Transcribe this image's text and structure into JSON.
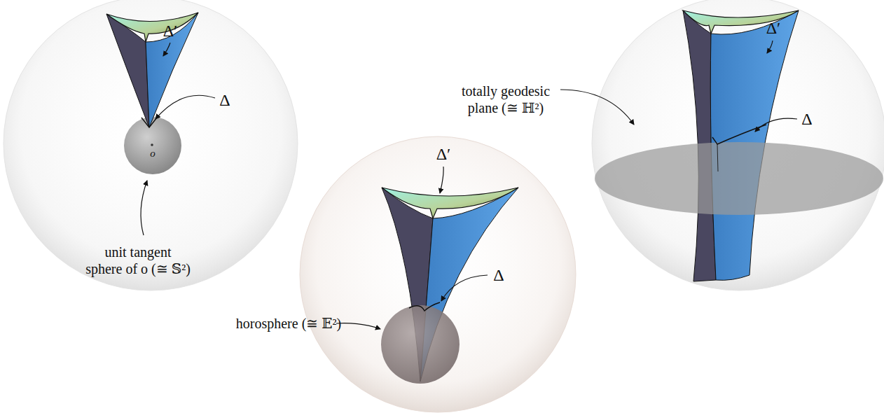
{
  "diagram": {
    "labels": [
      "Δ′",
      "Δ",
      "o",
      "unit tangent sphere of o (≅ 𝕊²)",
      "Δ′",
      "Δ",
      "horosphere (≅ 𝔼²)",
      "totally geodesic plane (≅ ℍ²)",
      "Δ′",
      "Δ"
    ]
  }
}
